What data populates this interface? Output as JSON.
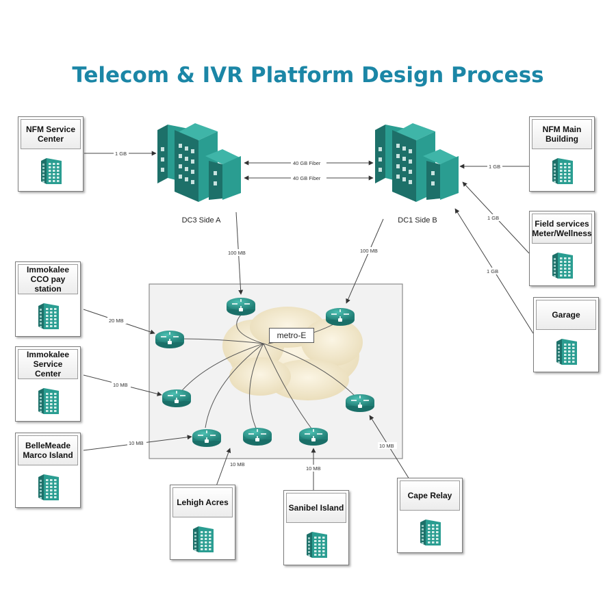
{
  "title": "Telecom & IVR Platform Design Process",
  "colors": {
    "title": "#1b86a6",
    "building_front": "#2a9d91",
    "building_side": "#1d7069",
    "building_top": "#3fb5a8",
    "router": "#2a9d91",
    "cloud": "#f3e9cf",
    "metro_panel": "#f2f2f2",
    "link": "#555555"
  },
  "data_centers": {
    "dc3": {
      "label": "DC3 Side A",
      "icon": "building-icon"
    },
    "dc1": {
      "label": "DC1 Side B",
      "icon": "building-icon"
    }
  },
  "metro": {
    "label": "metro-E",
    "icon": "cloud-icon",
    "router_icon": "router-icon"
  },
  "sites": {
    "nfm_service_center": "NFM Service Center",
    "nfm_main_building": "NFM Main Building",
    "field_services": "Field services Meter/Wellness",
    "garage": "Garage",
    "immokalee_cco": "Immokalee CCO pay station",
    "immokalee_service_center": "Immokalee Service Center",
    "bellemeade": "BelleMeade Marco Island",
    "lehigh_acres": "Lehigh Acres",
    "sanibel_island": "Sanibel Island",
    "cape_relay": "Cape Relay"
  },
  "links": {
    "nfm_service_center": "1 GB",
    "dc_fiber_1": "40 GB Fiber",
    "dc_fiber_2": "40 GB Fiber",
    "nfm_main_building": "1 GB",
    "field_services": "1 GB",
    "garage": "1 GB",
    "dc3_metro": "100 MB",
    "dc1_metro": "100 MB",
    "immokalee_cco": "20 MB",
    "immokalee_service_center": "10 MB",
    "bellemeade": "10 MB",
    "lehigh_acres": "10 MB",
    "sanibel_island": "10 MB",
    "cape_relay": "10 MB"
  }
}
